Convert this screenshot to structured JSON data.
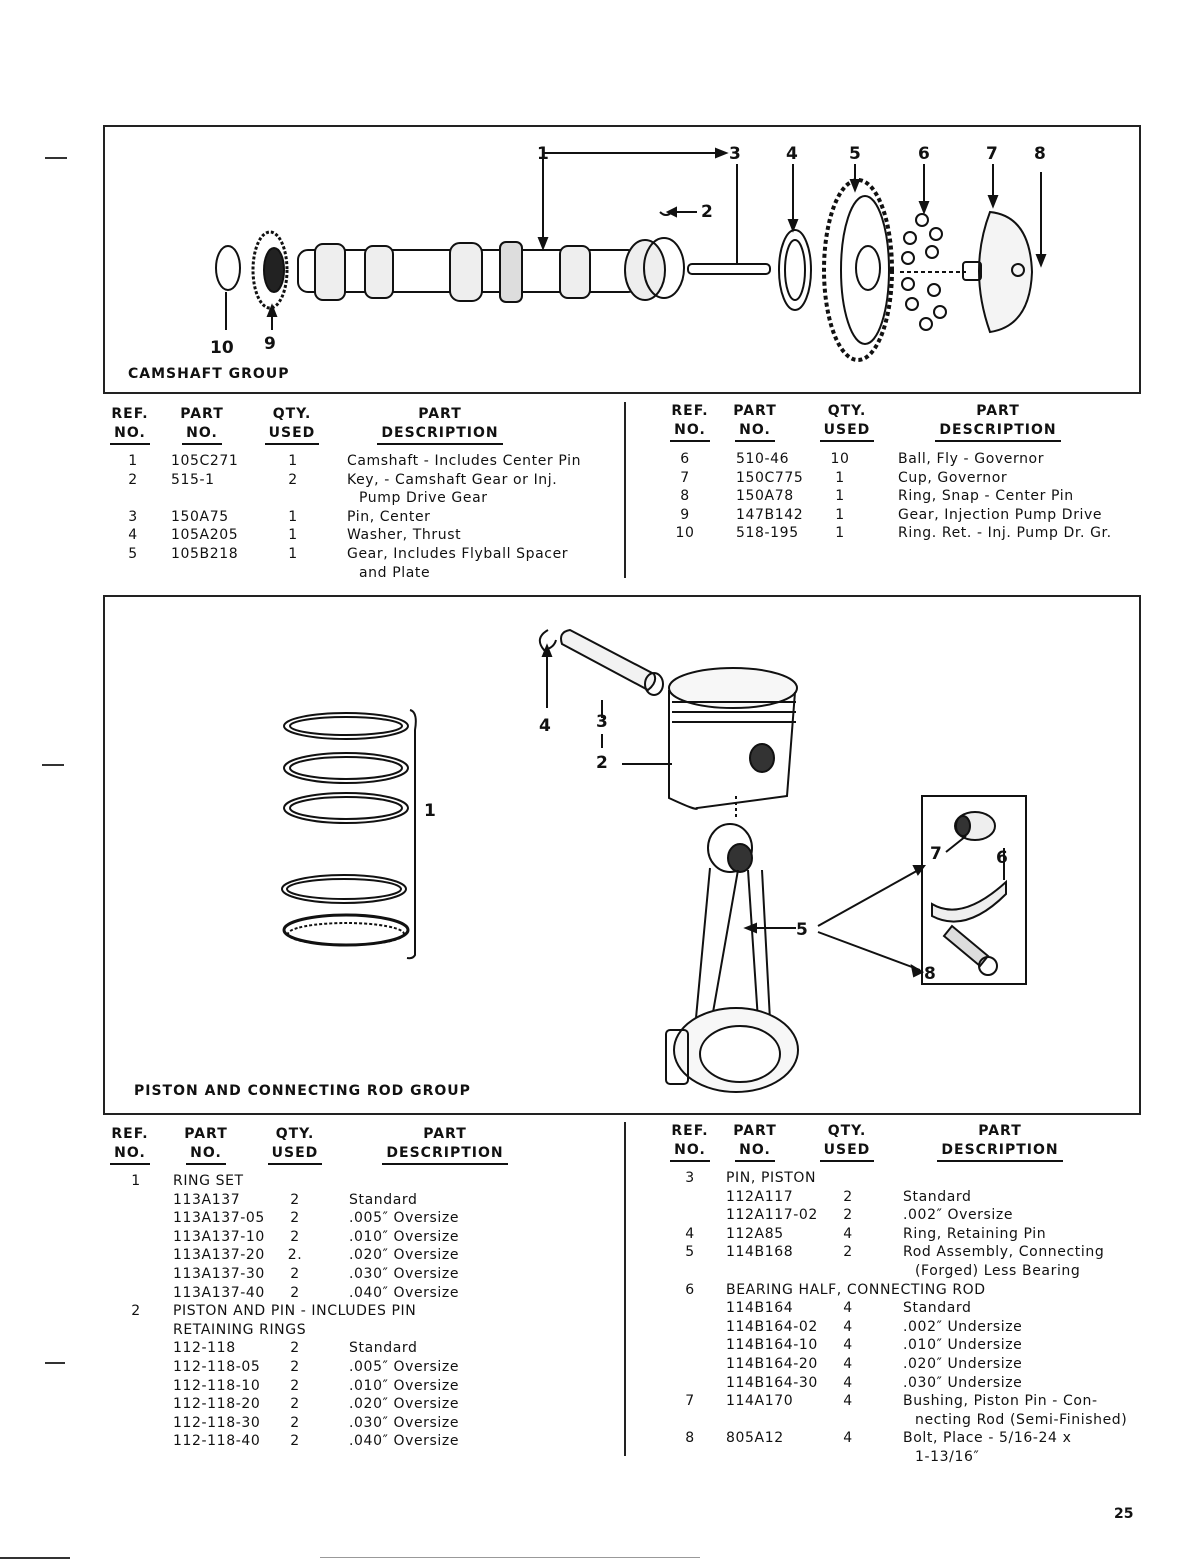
{
  "camshaft": {
    "title": "CAMSHAFT GROUP",
    "callouts": [
      "1",
      "2",
      "3",
      "4",
      "5",
      "6",
      "7",
      "8",
      "9",
      "10"
    ],
    "headers": {
      "ref": [
        "REF.",
        "NO."
      ],
      "part": [
        "PART",
        "NO."
      ],
      "qty": [
        "QTY.",
        "USED"
      ],
      "desc": [
        "PART",
        "DESCRIPTION"
      ]
    },
    "left_rows": [
      {
        "ref": "1",
        "part": "105C271",
        "qty": "1",
        "desc": "Camshaft - Includes Center Pin"
      },
      {
        "ref": "2",
        "part": "515-1",
        "qty": "2",
        "desc": "Key, - Camshaft Gear or Inj."
      },
      {
        "ref": "",
        "part": "",
        "qty": "",
        "desc": "Pump Drive Gear"
      },
      {
        "ref": "3",
        "part": "150A75",
        "qty": "1",
        "desc": "Pin, Center"
      },
      {
        "ref": "4",
        "part": "105A205",
        "qty": "1",
        "desc": "Washer, Thrust"
      },
      {
        "ref": "5",
        "part": "105B218",
        "qty": "1",
        "desc": "Gear, Includes Flyball Spacer"
      },
      {
        "ref": "",
        "part": "",
        "qty": "",
        "desc": "and Plate"
      }
    ],
    "right_rows": [
      {
        "ref": "6",
        "part": "510-46",
        "qty": "10",
        "desc": "Ball, Fly - Governor"
      },
      {
        "ref": "7",
        "part": "150C775",
        "qty": "1",
        "desc": "Cup, Governor"
      },
      {
        "ref": "8",
        "part": "150A78",
        "qty": "1",
        "desc": "Ring, Snap - Center Pin"
      },
      {
        "ref": "9",
        "part": "147B142",
        "qty": "1",
        "desc": "Gear, Injection Pump Drive"
      },
      {
        "ref": "10",
        "part": "518-195",
        "qty": "1",
        "desc": "Ring. Ret. - Inj. Pump Dr. Gr."
      }
    ]
  },
  "piston": {
    "title": "PISTON AND CONNECTING ROD GROUP",
    "callouts": [
      "1",
      "2",
      "3",
      "4",
      "5",
      "6",
      "7",
      "8"
    ],
    "headers": {
      "ref": [
        "REF.",
        "NO."
      ],
      "part": [
        "PART",
        "NO."
      ],
      "qty": [
        "QTY.",
        "USED"
      ],
      "desc": [
        "PART",
        "DESCRIPTION"
      ]
    },
    "left_rows": [
      {
        "ref": "1",
        "part": "RING SET",
        "qty": "",
        "desc": ""
      },
      {
        "ref": "",
        "part": "113A137",
        "qty": "2",
        "desc": "Standard"
      },
      {
        "ref": "",
        "part": "113A137-05",
        "qty": "2",
        "desc": ".005″ Oversize"
      },
      {
        "ref": "",
        "part": "113A137-10",
        "qty": "2",
        "desc": ".010″ Oversize"
      },
      {
        "ref": "",
        "part": "113A137-20",
        "qty": "2.",
        "desc": ".020″ Oversize"
      },
      {
        "ref": "",
        "part": "113A137-30",
        "qty": "2",
        "desc": ".030″ Oversize"
      },
      {
        "ref": "",
        "part": "113A137-40",
        "qty": "2",
        "desc": ".040″ Oversize"
      },
      {
        "ref": "2",
        "part": "PISTON AND PIN - INCLUDES PIN",
        "qty": "",
        "desc": ""
      },
      {
        "ref": "",
        "part": "RETAINING RINGS",
        "qty": "",
        "desc": ""
      },
      {
        "ref": "",
        "part": "112-118",
        "qty": "2",
        "desc": "Standard"
      },
      {
        "ref": "",
        "part": "112-118-05",
        "qty": "2",
        "desc": ".005″ Oversize"
      },
      {
        "ref": "",
        "part": "112-118-10",
        "qty": "2",
        "desc": ".010″ Oversize"
      },
      {
        "ref": "",
        "part": "112-118-20",
        "qty": "2",
        "desc": ".020″ Oversize"
      },
      {
        "ref": "",
        "part": "112-118-30",
        "qty": "2",
        "desc": ".030″ Oversize"
      },
      {
        "ref": "",
        "part": "112-118-40",
        "qty": "2",
        "desc": ".040″ Oversize"
      }
    ],
    "right_rows": [
      {
        "ref": "3",
        "part": "PIN, PISTON",
        "qty": "",
        "desc": ""
      },
      {
        "ref": "",
        "part": "112A117",
        "qty": "2",
        "desc": "Standard"
      },
      {
        "ref": "",
        "part": "112A117-02",
        "qty": "2",
        "desc": ".002″ Oversize"
      },
      {
        "ref": "4",
        "part": "112A85",
        "qty": "4",
        "desc": "Ring, Retaining Pin"
      },
      {
        "ref": "5",
        "part": "114B168",
        "qty": "2",
        "desc": "Rod Assembly, Connecting"
      },
      {
        "ref": "",
        "part": "",
        "qty": "",
        "desc": "(Forged) Less Bearing"
      },
      {
        "ref": "6",
        "part": "BEARING HALF, CONNECTING ROD",
        "qty": "",
        "desc": ""
      },
      {
        "ref": "",
        "part": "114B164",
        "qty": "4",
        "desc": "Standard"
      },
      {
        "ref": "",
        "part": "114B164-02",
        "qty": "4",
        "desc": ".002″ Undersize"
      },
      {
        "ref": "",
        "part": "114B164-10",
        "qty": "4",
        "desc": ".010″ Undersize"
      },
      {
        "ref": "",
        "part": "114B164-20",
        "qty": "4",
        "desc": ".020″ Undersize"
      },
      {
        "ref": "",
        "part": "114B164-30",
        "qty": "4",
        "desc": ".030″ Undersize"
      },
      {
        "ref": "7",
        "part": "114A170",
        "qty": "4",
        "desc": "Bushing, Piston Pin - Con-"
      },
      {
        "ref": "",
        "part": "",
        "qty": "",
        "desc": "necting Rod (Semi-Finished)"
      },
      {
        "ref": "8",
        "part": "805A12",
        "qty": "4",
        "desc": "Bolt, Place - 5/16-24 x"
      },
      {
        "ref": "",
        "part": "",
        "qty": "",
        "desc": "1-13/16″"
      }
    ]
  },
  "page_number": "25"
}
